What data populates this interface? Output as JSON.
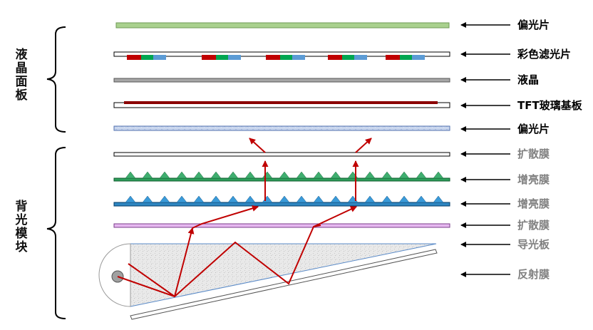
{
  "groups": {
    "panel": "液晶面板",
    "backlight": "背光模块"
  },
  "layers": [
    {
      "label": "偏光片",
      "color": "#000000"
    },
    {
      "label": "彩色滤光片",
      "color": "#000000"
    },
    {
      "label": "液晶",
      "color": "#000000"
    },
    {
      "label": "TFT玻璃基板",
      "color": "#000000"
    },
    {
      "label": "偏光片",
      "color": "#000000"
    },
    {
      "label": "扩散膜",
      "color": "#808080"
    },
    {
      "label": "增亮膜",
      "color": "#808080"
    },
    {
      "label": "增亮膜",
      "color": "#808080"
    },
    {
      "label": "扩散膜",
      "color": "#808080"
    },
    {
      "label": "导光板",
      "color": "#808080"
    },
    {
      "label": "反射膜",
      "color": "#808080"
    }
  ],
  "colors": {
    "arrow": "#c00000",
    "polarizer_top": "#a9d18e",
    "color_filter_red": "#c00000",
    "color_filter_green": "#00a651",
    "color_filter_blue": "#5b9bd5",
    "liquid_crystal": "#a6a6a6",
    "tft": "#8b0000",
    "polarizer_bottom": "#c5d3ea",
    "prism_green": "#2e9e5b",
    "prism_blue": "#2e86c1",
    "diffuser_pink": "#e6b8f0",
    "light_guide": "#e6e6e6"
  }
}
